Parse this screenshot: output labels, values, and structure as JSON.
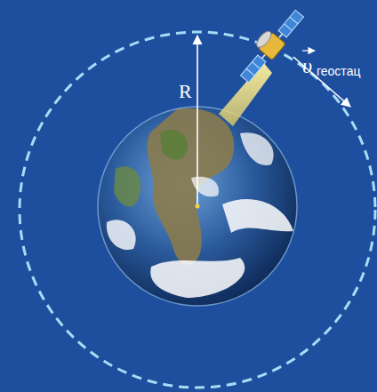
{
  "diagram": {
    "labels": [
      "R",
      "υ",
      "геостац"
    ]
  }
}
